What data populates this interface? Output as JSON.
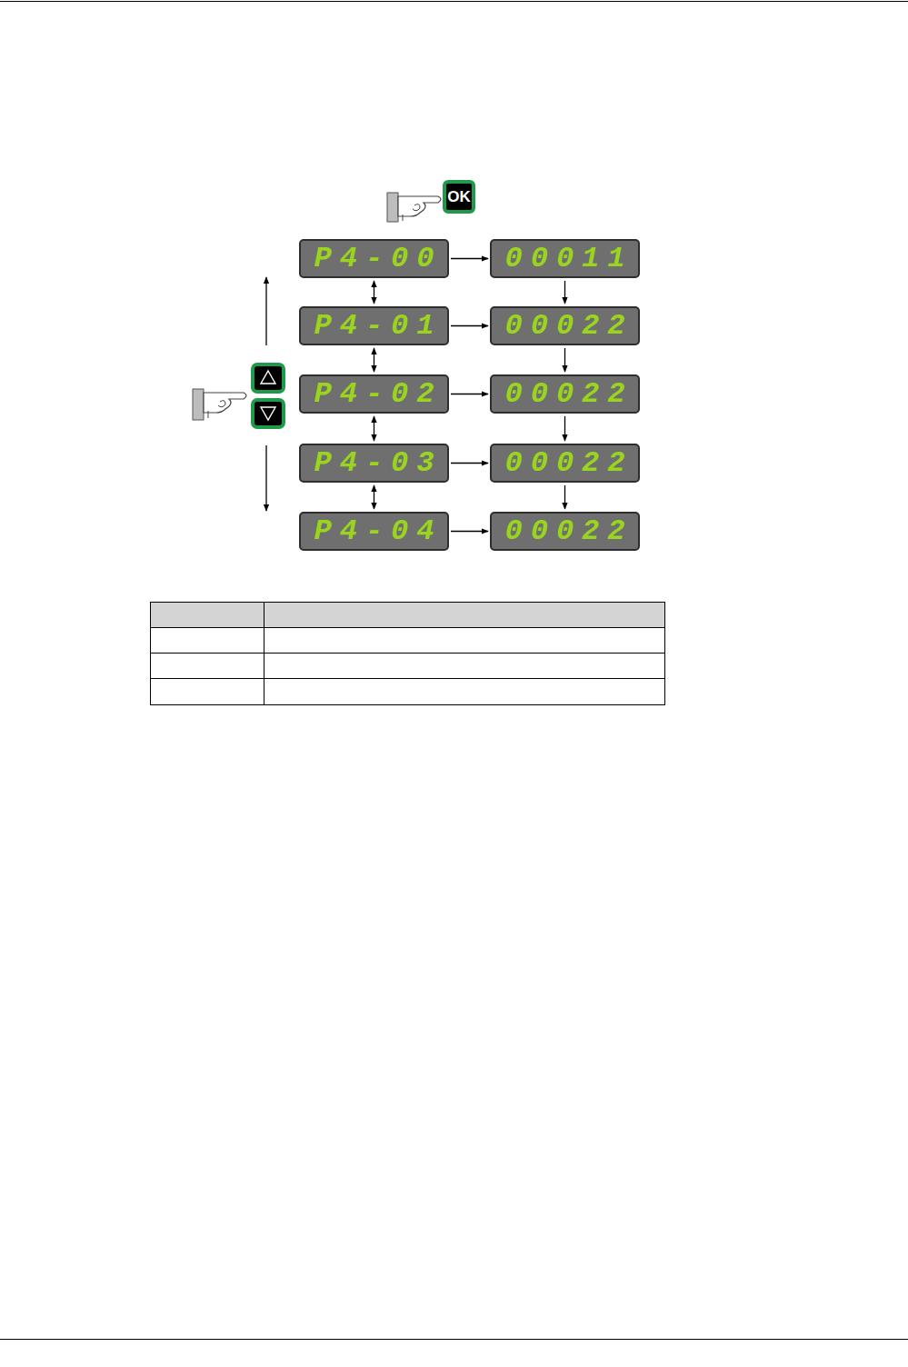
{
  "diagram": {
    "nodes": [
      {
        "text": [
          "OK"
        ]
      },
      {
        "text": [
          "P4-00"
        ]
      },
      {
        "text": [
          "00011"
        ]
      },
      {
        "text": [
          "P4-01"
        ]
      },
      {
        "text": [
          "00022"
        ]
      },
      {
        "text": [
          "P4-02"
        ]
      },
      {
        "text": [
          "00022"
        ]
      },
      {
        "text": [
          "P4-03"
        ]
      },
      {
        "text": [
          "00022"
        ]
      },
      {
        "text": [
          "P4-04"
        ]
      },
      {
        "text": [
          "00022"
        ]
      }
    ],
    "edges": [
      {
        "from": 1,
        "to": 2,
        "arrow": "to"
      },
      {
        "from": 3,
        "to": 4,
        "arrow": "to"
      },
      {
        "from": 5,
        "to": 6,
        "arrow": "to"
      },
      {
        "from": 7,
        "to": 8,
        "arrow": "to"
      },
      {
        "from": 9,
        "to": 10,
        "arrow": "to"
      },
      {
        "from": 1,
        "to": 3,
        "arrow": "both"
      },
      {
        "from": 3,
        "to": 5,
        "arrow": "both"
      },
      {
        "from": 5,
        "to": 7,
        "arrow": "both"
      },
      {
        "from": 7,
        "to": 9,
        "arrow": "both"
      },
      {
        "from": 2,
        "to": 4,
        "arrow": "to"
      },
      {
        "from": 4,
        "to": 6,
        "arrow": "to"
      },
      {
        "from": 6,
        "to": 8,
        "arrow": "to"
      },
      {
        "from": 8,
        "to": 10,
        "arrow": "to"
      }
    ]
  }
}
